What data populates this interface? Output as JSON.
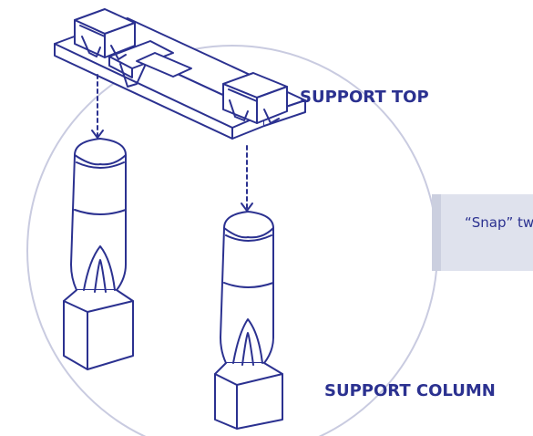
{
  "labels": {
    "support_top": "SUPPORT TOP",
    "support_column": "SUPPORT COLUMN"
  },
  "note": {
    "text": "“Snap” two sup"
  },
  "colors": {
    "line": "#2b3190",
    "circle": "#c9cbe0",
    "note_bar": "#cbcfdf",
    "note_box": "#dfe2ed",
    "fill": "#ffffff"
  }
}
